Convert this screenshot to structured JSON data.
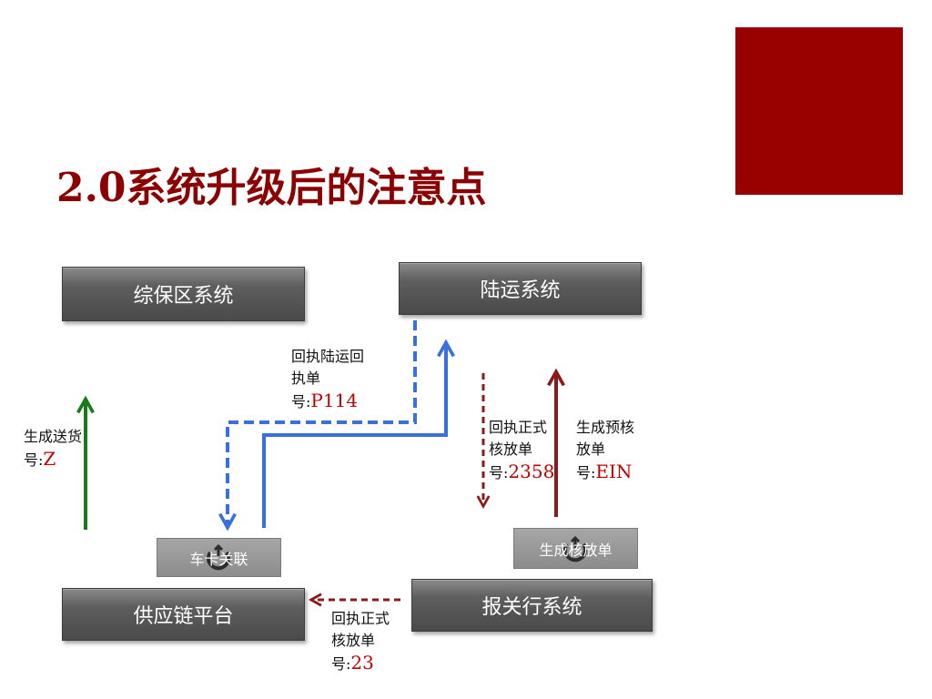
{
  "slide": {
    "title": "2.0系统升级后的注意点"
  },
  "systems": {
    "zongbao": "综保区系统",
    "luyun": "陆运系统",
    "gongying": "供应链平台",
    "baoguan": "报关行系统"
  },
  "sub_steps": {
    "car_card": "车卡关联",
    "gen_release": "生成核放单"
  },
  "notes": {
    "delivery": {
      "label": "生成送货号:",
      "code": "Z"
    },
    "receipt_luyun": {
      "label": "回执陆运回执单号:",
      "code": "P114"
    },
    "receipt_formal_top": {
      "label": "回执正式核放单号:",
      "code": "2358"
    },
    "pre_release": {
      "label": "生成预核放单号:",
      "code": "EIN"
    },
    "receipt_formal_bottom": {
      "label": "回执正式核放单号:",
      "code": "23"
    }
  },
  "colors": {
    "title": "#8b0000",
    "accent": "#990000",
    "blue_arrow": "#3a6fe0",
    "green_arrow": "#1a7a1a",
    "darkred_arrow": "#8b1a1a",
    "code_text": "#c00000"
  }
}
